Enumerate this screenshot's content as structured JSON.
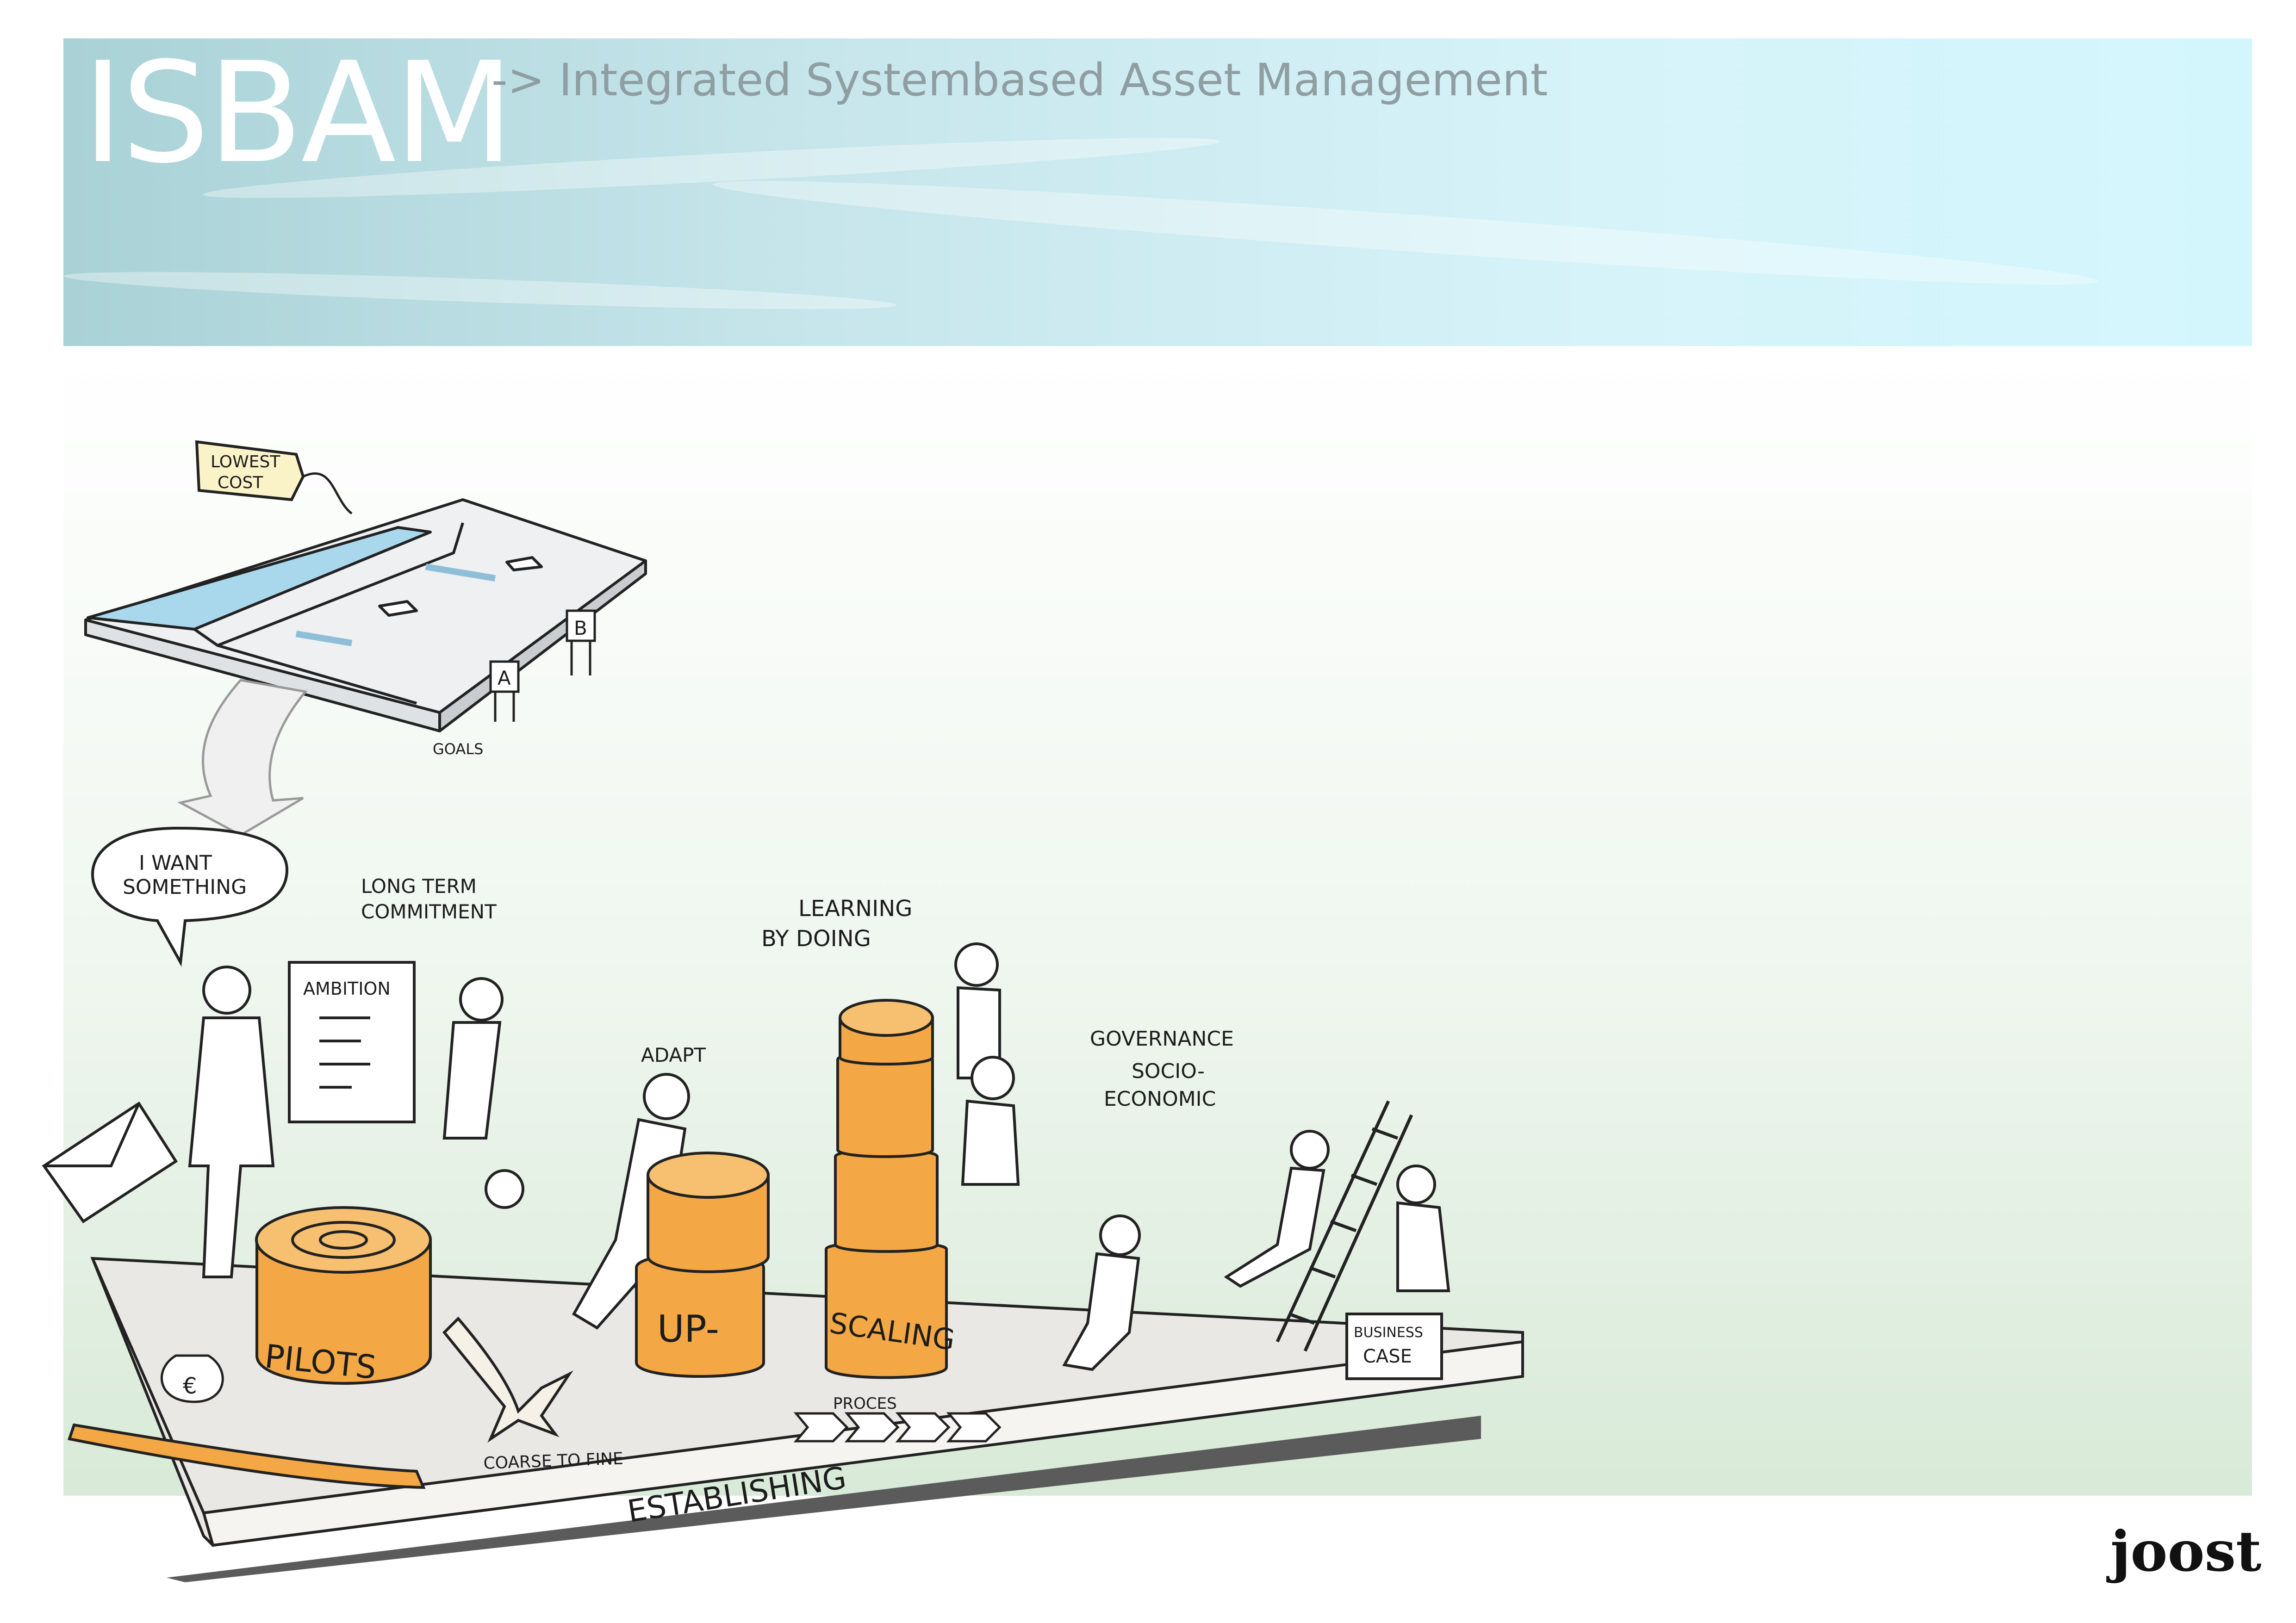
{
  "header": {
    "title": "ISBAM",
    "subtitle": "-> Integrated Systembased Asset Management"
  },
  "illustration": {
    "labels": {
      "lowest_cost_1": "LOWEST",
      "lowest_cost_2": "COST",
      "sign_a": "A",
      "sign_b": "B",
      "goals": "GOALS",
      "speech_1": "I WANT",
      "speech_2": "SOMETHING",
      "long_term_1": "LONG TERM",
      "long_term_2": "COMMITMENT",
      "ambition": "AMBITION",
      "adapt": "ADAPT",
      "learning_1": "LEARNING",
      "learning_2": "BY DOING",
      "governance_1": "GOVERNANCE",
      "governance_2": "SOCIO-",
      "governance_3": "ECONOMIC",
      "pilots": "PILOTS",
      "up": "UP-",
      "scaling": "SCALING",
      "business_case_1": "BUSINESS",
      "business_case_2": "CASE",
      "coarse_to_fine": "COARSE TO FINE",
      "proces": "PROCES",
      "establishing": "ESTABLISHING",
      "euro": "€"
    },
    "colors": {
      "banner": "#c7e6ec",
      "water": "#a9d8ec",
      "orange": "#f3a845",
      "platform": "#e9e8e4",
      "shadow": "#5b5b5b"
    }
  },
  "footer": {
    "signature": "joost"
  }
}
